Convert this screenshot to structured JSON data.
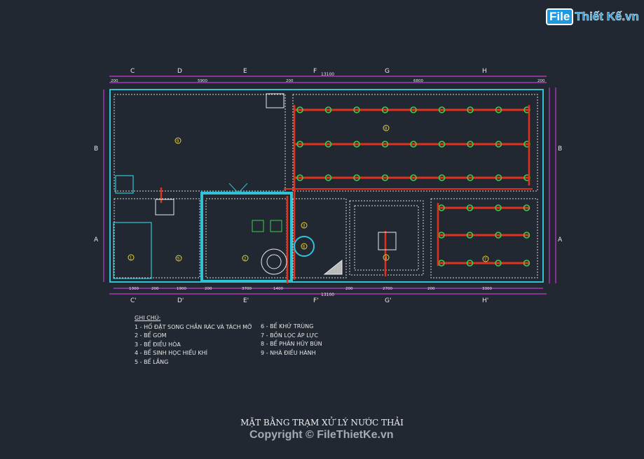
{
  "logo": {
    "part1": "File",
    "part2": "Thiết Kế.vn"
  },
  "grid_top": [
    "C",
    "D",
    "E",
    "F",
    "G",
    "H"
  ],
  "grid_bottom": [
    "C'",
    "D'",
    "E'",
    "F'",
    "G'",
    "H'"
  ],
  "grid_side": [
    "B",
    "A"
  ],
  "dims_top": {
    "total": "13100",
    "parts": [
      "200",
      "5900",
      "200",
      "6800",
      "200"
    ]
  },
  "dims_bottom": {
    "total": "13100",
    "parts": [
      "1300",
      "200",
      "1900",
      "200",
      "3700",
      "1400",
      "200",
      "2700",
      "200",
      "3300"
    ]
  },
  "zone_labels": [
    "9",
    "8",
    "1",
    "5",
    "2",
    "3",
    "6",
    "4",
    "7"
  ],
  "legend": {
    "heading": "GHI CHÚ:",
    "col1": [
      "1 - HỐ ĐẶT SONG CHẮN RÁC VÀ TÁCH MỠ",
      "2 - BỂ GOM",
      "3 - BỂ ĐIỀU HÒA",
      "4 - BỂ SINH HỌC HIẾU KHÍ",
      "5 - BỂ LẮNG"
    ],
    "col2": [
      "6 - BỂ KHỬ TRÙNG",
      "7 - BỒN LỌC ÁP LỰC",
      "8 - BỂ PHÂN HỦY BÙN",
      "9 - NHÀ ĐIỀU HÀNH"
    ]
  },
  "title": "MẶT BẰNG TRẠM XỬ LÝ NƯỚC THẢI",
  "copyright": "Copyright © FileThietKe.vn",
  "colors": {
    "bg": "#222831",
    "wall": "#2ec4d6",
    "dim": "#c23bd1",
    "pipe": "#e0301e",
    "node": "#3bd14a",
    "dashed": "#d8d8d8"
  }
}
